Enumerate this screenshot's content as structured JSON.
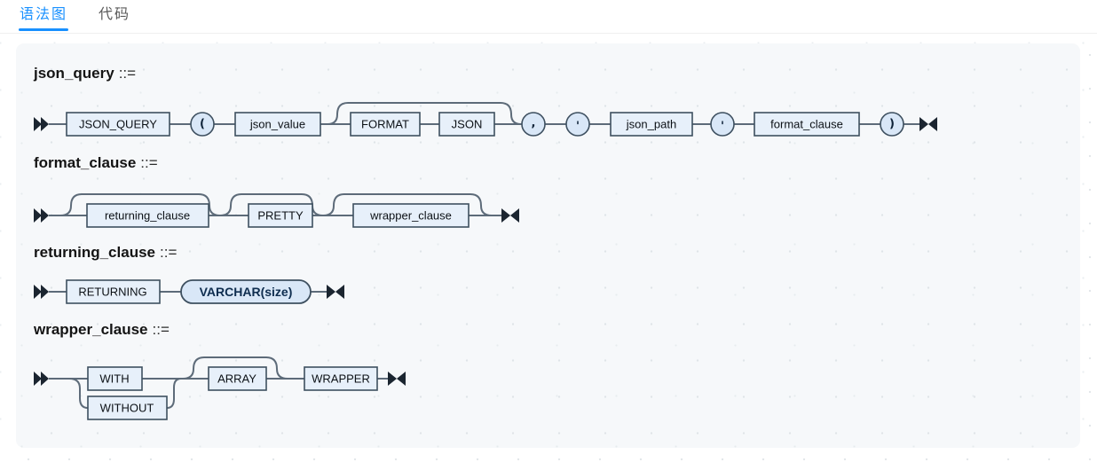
{
  "tabs": {
    "syntax_label": "语法图",
    "code_label": "代码"
  },
  "colors": {
    "accent": "#1890ff",
    "panel_background": "#f6f8fa",
    "node_fill": "#e7f0fa",
    "node_border": "#3e5060",
    "line": "#5d6b79",
    "arrow": "#1b2530"
  },
  "diagrams": [
    {
      "title": "json_query",
      "op": "::=",
      "nodes": {
        "json_query_kw": "JSON_QUERY",
        "open_paren": "(",
        "json_value": "json_value",
        "format_kw": "FORMAT",
        "json_kw": "JSON",
        "comma": ",",
        "quote1": "'",
        "json_path": "json_path",
        "quote2": "'",
        "format_clause": "format_clause",
        "close_paren": ")"
      }
    },
    {
      "title": "format_clause",
      "op": "::=",
      "nodes": {
        "returning_clause": "returning_clause",
        "pretty_kw": "PRETTY",
        "wrapper_clause": "wrapper_clause"
      }
    },
    {
      "title": "returning_clause",
      "op": "::=",
      "nodes": {
        "returning_kw": "RETURNING",
        "varchar_size": "VARCHAR(size)"
      }
    },
    {
      "title": "wrapper_clause",
      "op": "::=",
      "nodes": {
        "with_kw": "WITH",
        "without_kw": "WITHOUT",
        "array_kw": "ARRAY",
        "wrapper_kw": "WRAPPER"
      }
    }
  ]
}
